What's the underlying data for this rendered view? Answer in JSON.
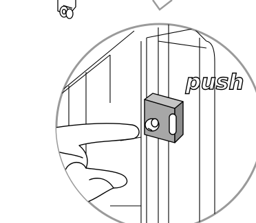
{
  "callout": {
    "label": "push"
  },
  "colors": {
    "ink": "#000000",
    "callout_ring": "#9a9a9a",
    "bracket_body": "#a7a7a7",
    "bracket_side": "#8c8c8c",
    "background": "#ffffff"
  },
  "icons": [
    "hinge-icon",
    "magnify-callout",
    "door-frame",
    "push-latch",
    "hand-icon"
  ]
}
